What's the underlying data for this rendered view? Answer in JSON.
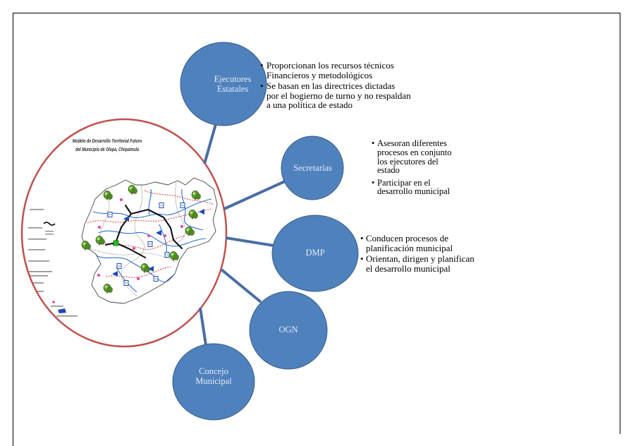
{
  "colors": {
    "node_fill": "#4f81bd",
    "node_stroke": "#385d8a",
    "node_text": "#e4ecf6",
    "connector": "#4a6da5",
    "map_ring": "#c0504d",
    "frame": "#000000",
    "note_text": "#000000"
  },
  "map": {
    "title_lines": [
      "Modelo de Desarrollo Territorial Futuro",
      "del Municipio de Olopa, Chiquimula"
    ],
    "icons": [
      "tree-icon",
      "building-icon",
      "point-marker-icon",
      "triangle-marker-icon",
      "road-line-icon"
    ]
  },
  "nodes": [
    {
      "lines": [
        "Ejecutores",
        "Estatales"
      ],
      "linked_to_map": true
    },
    {
      "lines": [
        "Secretarías"
      ],
      "linked_to_map": true
    },
    {
      "lines": [
        "DMP"
      ],
      "linked_to_map": true
    },
    {
      "lines": [
        "OGN"
      ],
      "linked_to_map": true
    },
    {
      "lines": [
        "Concejo",
        "Municipal"
      ],
      "linked_to_map": true
    }
  ],
  "notes": [
    {
      "items": [
        {
          "bullet": "•",
          "lines": [
            "Proporcionan los recursos técnicos",
            "Financieros y metodológicos"
          ]
        },
        {
          "bullet": "•",
          "lines": [
            "Se basan en las directrices dictadas",
            "por el bogierno de turno y no respaldan",
            "a una política de estado"
          ]
        }
      ]
    },
    {
      "items": [
        {
          "bullet": "•",
          "lines": [
            "Asesoran diferentes",
            "procesos en conjunto",
            "los ejecutores del",
            "estado"
          ]
        },
        {
          "bullet": "•",
          "lines": [
            "Participar en el",
            "desarrollo municipal"
          ]
        }
      ]
    },
    {
      "items": [
        {
          "bullet": "•",
          "lines": [
            "Conducen procesos de",
            "planificación municipal"
          ]
        },
        {
          "bullet": "•",
          "lines": [
            "Orientan, dirigen y planifican",
            "el desarrollo municipal"
          ]
        }
      ]
    }
  ]
}
